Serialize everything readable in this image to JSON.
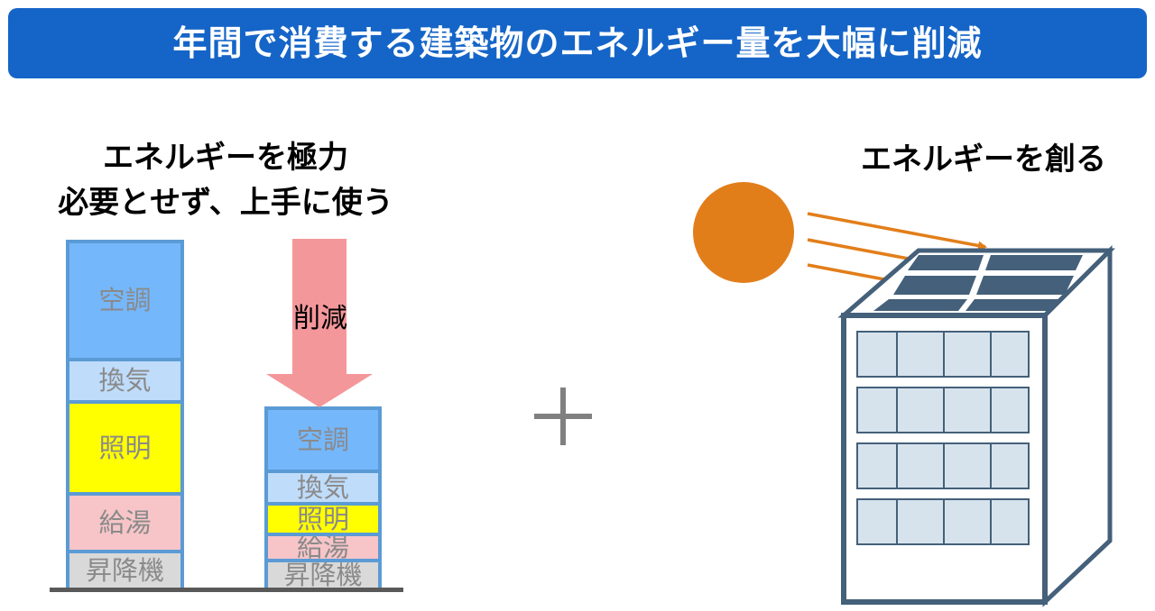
{
  "banner": {
    "title": "年間で消費する建築物のエネルギー量を大幅に削減"
  },
  "left_section": {
    "heading_line1": "エネルギーを極力",
    "heading_line2": "必要とせず、上手に使う",
    "reduction_label": "削減",
    "before_stack": [
      {
        "label": "空調",
        "color": "#75b7fb"
      },
      {
        "label": "換気",
        "color": "#bfdcfb"
      },
      {
        "label": "照明",
        "color": "#ffff00"
      },
      {
        "label": "給湯",
        "color": "#f7c5c8"
      },
      {
        "label": "昇降機",
        "color": "#d9d9d9"
      }
    ],
    "after_stack": [
      {
        "label": "空調",
        "color": "#75b7fb"
      },
      {
        "label": "換気",
        "color": "#bfdcfb"
      },
      {
        "label": "照明",
        "color": "#ffff00"
      },
      {
        "label": "給湯",
        "color": "#f7c5c8"
      },
      {
        "label": "昇降機",
        "color": "#d9d9d9"
      }
    ],
    "arrow_color": "#f4979a"
  },
  "plus_color": "#808080",
  "right_section": {
    "heading": "エネルギーを創る",
    "sun_color": "#e27e1a",
    "ray_color": "#e27e1a",
    "building_stroke": "#44607a",
    "window_color": "#d7e3ec"
  }
}
